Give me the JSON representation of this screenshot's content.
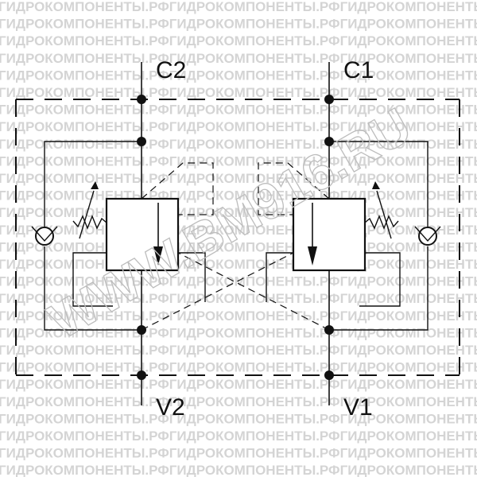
{
  "watermark": {
    "text": "ГИДРОКОМПОНЕНТЫ.РФ",
    "diagonal": "WWW.BM916.RU"
  },
  "ports": {
    "c2": "C2",
    "c1": "C1",
    "v2": "V2",
    "v1": "V1"
  },
  "colors": {
    "ink": "#111111",
    "watermark": "#d4d4d4"
  }
}
